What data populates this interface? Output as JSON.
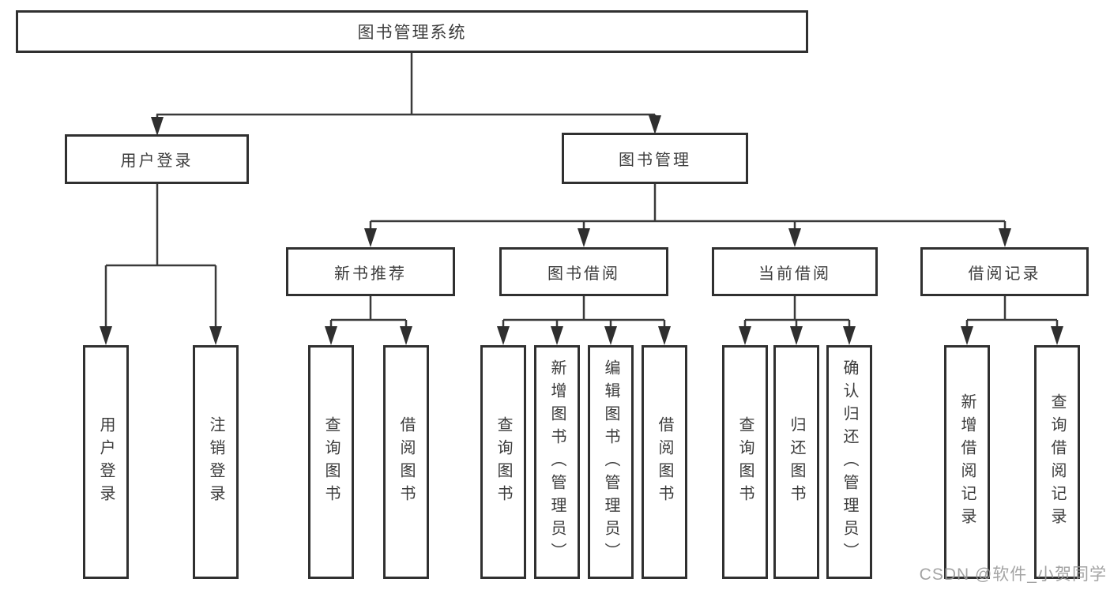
{
  "diagram": {
    "title": "图书管理系统",
    "branches": [
      {
        "label": "用户登录",
        "leaves": [
          "用户登录",
          "注销登录"
        ]
      },
      {
        "label": "图书管理",
        "groups": [
          {
            "label": "新书推荐",
            "leaves": [
              "查询图书",
              "借阅图书"
            ]
          },
          {
            "label": "图书借阅",
            "leaves": [
              "查询图书",
              "新增图书（管理员）",
              "编辑图书（管理员）",
              "借阅图书"
            ]
          },
          {
            "label": "当前借阅",
            "leaves": [
              "查询图书",
              "归还图书",
              "确认归还（管理员）"
            ]
          },
          {
            "label": "借阅记录",
            "leaves": [
              "新增借阅记录",
              "查询借阅记录"
            ]
          }
        ]
      }
    ]
  },
  "colors": {
    "line": "#3a3a3a",
    "border": "#303030",
    "text": "#3c3c3c",
    "watermark": "#9a9a9a"
  },
  "watermark": "CSDN @软件_小贺同学"
}
